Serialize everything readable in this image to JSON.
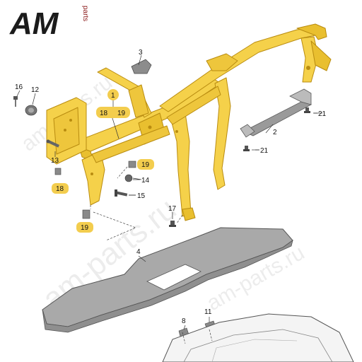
{
  "logo": {
    "text": "AM",
    "suffix": "parts",
    "color_dark": "#1b1b1b",
    "color_accent": "#8b1a1a"
  },
  "watermark": {
    "text_large": "am-parts.ru",
    "text_small": "am-parts.ru"
  },
  "colors": {
    "frame_fill": "#f5d14a",
    "frame_stroke": "#b98c10",
    "highlight": "#f3cd4e",
    "part_gray": "#9a9a9a",
    "panel_fill": "#a9a9a9"
  },
  "callouts": {
    "c1": "1",
    "c2": "2",
    "c3": "3",
    "c4": "4",
    "c8": "8",
    "c11": "11",
    "c12": "12",
    "c13": "13",
    "c14": "14",
    "c15": "15",
    "c16": "16",
    "c17": "17",
    "c18a": "18",
    "c19a": "19",
    "c18b": "18",
    "c19b": "19",
    "c19c": "19",
    "c21a": "21",
    "c21b": "21"
  }
}
